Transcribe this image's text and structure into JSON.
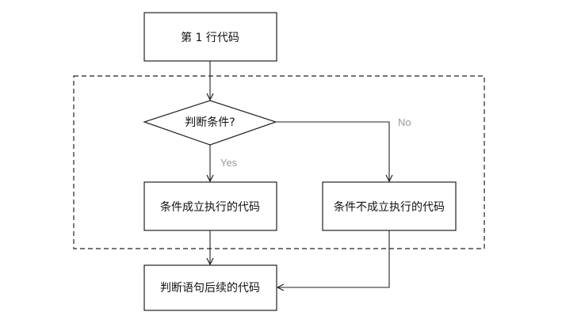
{
  "diagram": {
    "nodes": {
      "start": "第 1 行代码",
      "condition": "判断条件?",
      "true_branch": "条件成立执行的代码",
      "false_branch": "条件不成立执行的代码",
      "after": "判断语句后续的代码"
    },
    "edges": {
      "yes_label": "Yes",
      "no_label": "No"
    },
    "colors": {
      "stroke": "#222222",
      "label_gray": "#9a9a9a",
      "background": "#ffffff"
    }
  }
}
